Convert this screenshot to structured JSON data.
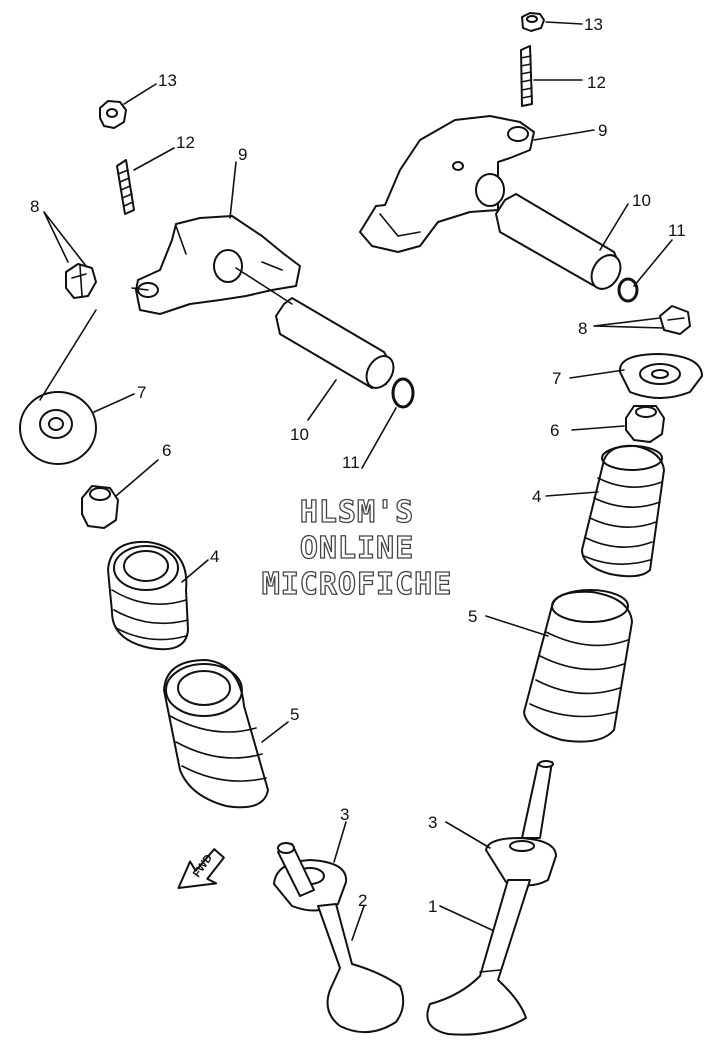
{
  "watermark": {
    "line1": "HLSM'S",
    "line2": "ONLINE",
    "line3": "MICROFICHE"
  },
  "direction_marker": "FWD",
  "callouts": {
    "valve_exhaust": "1",
    "valve_intake": "2",
    "valve_seal_left": "3",
    "valve_seal_right": "3",
    "spring_inner_left": "4",
    "spring_inner_right": "4",
    "spring_outer_left": "5",
    "spring_outer_right": "5",
    "seal_left": "6",
    "seal_right": "6",
    "retainer_left": "7",
    "retainer_right": "7",
    "cotter_left": "8",
    "cotter_right": "8",
    "rocker_arm_left": "9",
    "rocker_arm_right": "9",
    "shaft_left": "10",
    "shaft_right": "10",
    "oring_left": "11",
    "oring_right": "11",
    "adjuster_left": "12",
    "adjuster_right": "12",
    "nut_left": "13",
    "nut_right": "13"
  },
  "colors": {
    "ink": "#111111",
    "paper": "#ffffff",
    "watermark_outline": "#444444"
  }
}
